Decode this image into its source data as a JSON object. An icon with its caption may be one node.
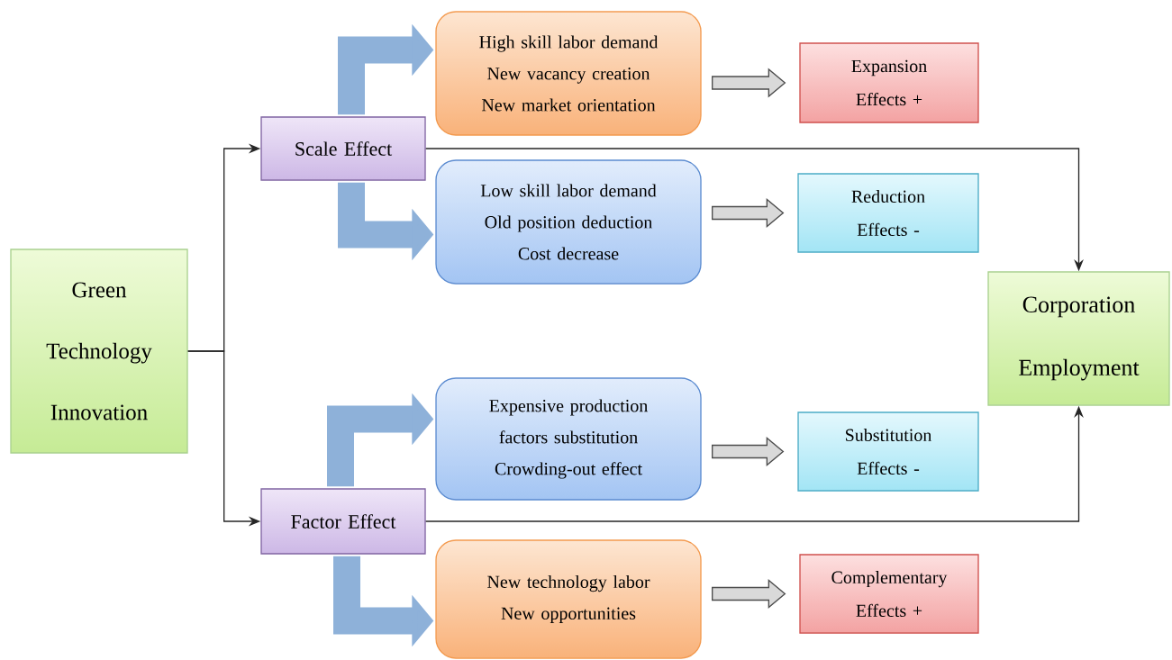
{
  "diagram": {
    "nodes": [
      {
        "text": [
          "Green Technology Innovation"
        ]
      },
      {
        "text": [
          "Scale Effect"
        ]
      },
      {
        "text": [
          "High skill labor demand",
          "New vacancy creation",
          "New market orientation"
        ]
      },
      {
        "text": [
          "Expansion Effects +"
        ]
      },
      {
        "text": [
          "Low skill labor demand",
          "Old position deduction",
          "Cost decrease"
        ]
      },
      {
        "text": [
          "Reduction Effects -"
        ]
      },
      {
        "text": [
          "Corporation Employment"
        ]
      },
      {
        "text": [
          "Factor Effect"
        ]
      },
      {
        "text": [
          "Expensive production",
          "factors substitution",
          "Crowding-out effect"
        ]
      },
      {
        "text": [
          "Substitution Effects -"
        ]
      },
      {
        "text": [
          "New technology labor",
          "New opportunities"
        ]
      },
      {
        "text": [
          "Complementary Effects +"
        ]
      }
    ],
    "edges": [
      {
        "from": 0,
        "to": 1,
        "arrow": "to"
      },
      {
        "from": 0,
        "to": 7,
        "arrow": "to"
      },
      {
        "from": 1,
        "to": 6,
        "arrow": "to"
      },
      {
        "from": 7,
        "to": 6,
        "arrow": "to"
      },
      {
        "from": 1,
        "to": 2,
        "arrow": "to",
        "style": "thick",
        "color": "#8eb1d9"
      },
      {
        "from": 1,
        "to": 4,
        "arrow": "to",
        "style": "thick",
        "color": "#8eb1d9"
      },
      {
        "from": 7,
        "to": 8,
        "arrow": "to",
        "style": "thick",
        "color": "#8eb1d9"
      },
      {
        "from": 7,
        "to": 10,
        "arrow": "to",
        "style": "thick",
        "color": "#8eb1d9"
      },
      {
        "from": 2,
        "to": 3,
        "arrow": "to",
        "style": "thick",
        "color": "#d9d9d9"
      },
      {
        "from": 4,
        "to": 5,
        "arrow": "to",
        "style": "thick",
        "color": "#d9d9d9"
      },
      {
        "from": 8,
        "to": 9,
        "arrow": "to",
        "style": "thick",
        "color": "#d9d9d9"
      },
      {
        "from": 10,
        "to": 11,
        "arrow": "to",
        "style": "thick",
        "color": "#d9d9d9"
      }
    ]
  }
}
